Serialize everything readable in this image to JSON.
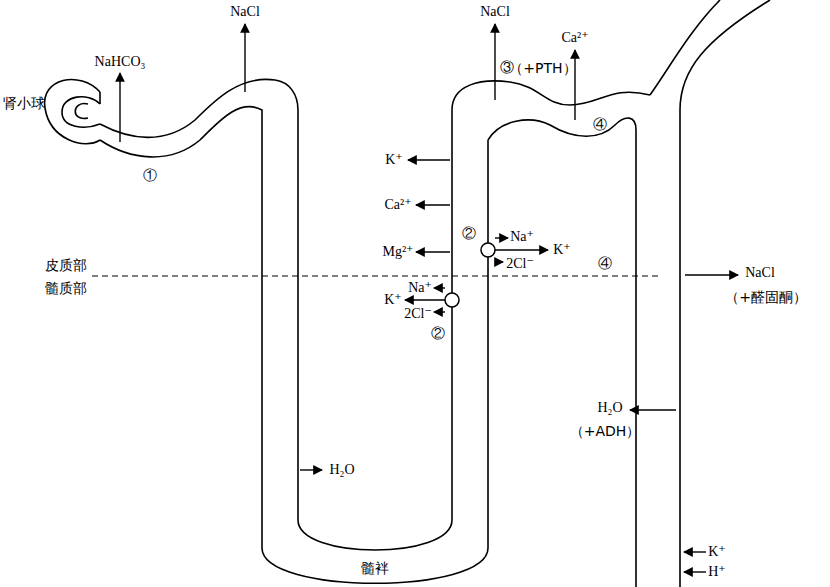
{
  "diagram": {
    "labels": [
      "肾小球",
      "NaHCO₃",
      "NaCl",
      "①",
      "NaCl",
      "③",
      "（+PTH）",
      "Ca²⁺",
      "K⁺",
      "Ca²⁺",
      "Mg²⁺",
      "②",
      "Na⁺",
      "K⁺",
      "2Cl⁻",
      "④",
      "皮质部",
      "髓质部",
      "④",
      "Na⁺",
      "K⁺",
      "2Cl⁻",
      "②",
      "NaCl",
      "（+醛固酮）",
      "H₂O",
      "（+ADH）",
      "H₂O",
      "K⁺",
      "H⁺",
      "髓袢"
    ]
  }
}
